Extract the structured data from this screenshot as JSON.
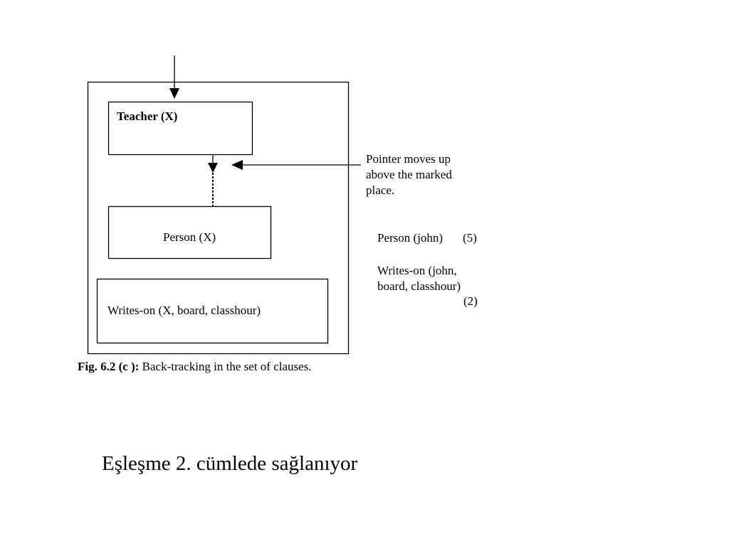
{
  "diagram": {
    "clauses": {
      "teacher": "Teacher (X)",
      "person": "Person (X)",
      "writes_on": "Writes-on (X, board, classhour)"
    },
    "pointer_note": [
      "Pointer moves up",
      "above the marked",
      "place."
    ],
    "matches": {
      "person": {
        "text": "Person (john)",
        "number": "(5)"
      },
      "writes_on": {
        "lines": [
          "Writes-on (john,",
          "board, classhour)"
        ],
        "number": "(2)"
      }
    },
    "figure_caption": {
      "label": "Fig. 6.2 (c ):",
      "text": "Back-tracking  in the set of clauses."
    }
  },
  "slide": {
    "caption": "Eşleşme 2. cümlede sağlanıyor"
  }
}
